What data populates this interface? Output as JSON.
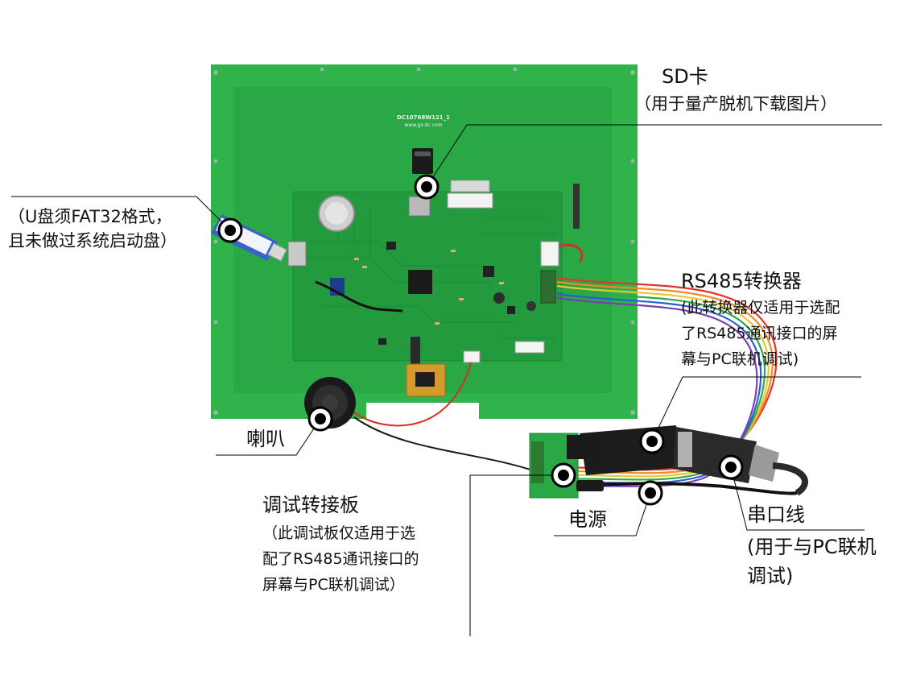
{
  "board": {
    "model": "DC10768W121_1",
    "website": "www.gz-dc.com"
  },
  "callouts": {
    "sd_card": {
      "title": "SD卡",
      "desc": "（用于量产脱机下载图片）"
    },
    "usb_drive": {
      "line1": "（U盘须FAT32格式，",
      "line2": "且未做过系统启动盘）"
    },
    "rs485_converter": {
      "title": "RS485转换器",
      "line1": "(此转换器仅适用于选配",
      "line2": "了RS485通讯接口的屏",
      "line3": "幕与PC联机调试)"
    },
    "speaker": {
      "title": "喇叭"
    },
    "debug_board": {
      "title": "调试转接板",
      "line1": "（此调试板仅适用于选",
      "line2": "配了RS485通讯接口的",
      "line3": "屏幕与PC联机调试）"
    },
    "power": {
      "title": "电源"
    },
    "serial_cable": {
      "title": "串口线",
      "line1": "(用于与PC联机",
      "line2": "调试)"
    }
  },
  "colors": {
    "pcb_outer": "#2fb34a",
    "pcb_inner": "#239a3d",
    "marker": "#000000"
  }
}
